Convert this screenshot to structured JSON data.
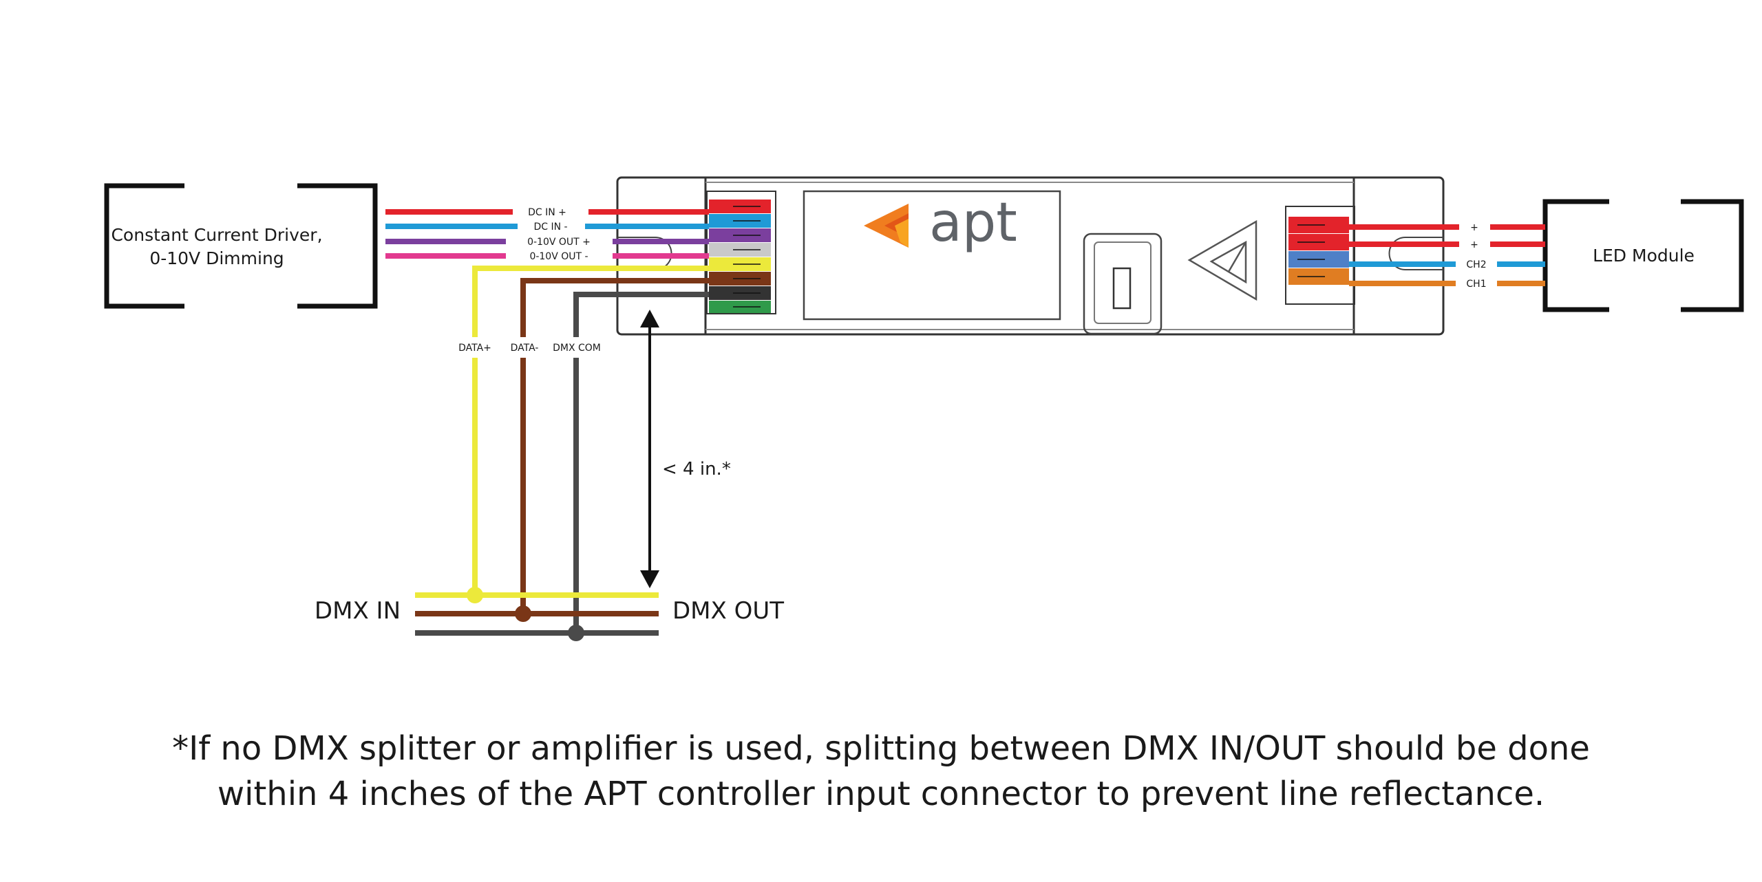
{
  "driver": {
    "line1": "Constant Current Driver,",
    "line2": "0-10V Dimming"
  },
  "led_module": {
    "label": "LED Module"
  },
  "controller": {
    "logo_text": "apt"
  },
  "input_wires": [
    {
      "label": "DC IN +",
      "color": "#e3232b"
    },
    {
      "label": "DC IN -",
      "color": "#1f9ad6"
    },
    {
      "label": "0-10V OUT +",
      "color": "#7b3f9e"
    },
    {
      "label": "0-10V OUT -",
      "color": "#e2398f"
    }
  ],
  "dmx_wires": [
    {
      "label": "DATA+",
      "color": "#ece93b"
    },
    {
      "label": "DATA-",
      "color": "#7a3617"
    },
    {
      "label": "DMX COM",
      "color": "#4a4a4a"
    }
  ],
  "output_wires": [
    {
      "label": "+",
      "color": "#e3232b"
    },
    {
      "label": "+",
      "color": "#e3232b"
    },
    {
      "label": "CH2",
      "color": "#1f9ad6"
    },
    {
      "label": "CH1",
      "color": "#e07d22"
    }
  ],
  "dmx_bus": {
    "in_label": "DMX IN",
    "out_label": "DMX OUT"
  },
  "measurement": {
    "label": "< 4 in.*"
  },
  "footnote": {
    "line1": "*If no DMX splitter or amplifier is used, splitting between DMX IN/OUT should be done",
    "line2": "within 4 inches of the APT controller input connector to prevent line reflectance."
  }
}
